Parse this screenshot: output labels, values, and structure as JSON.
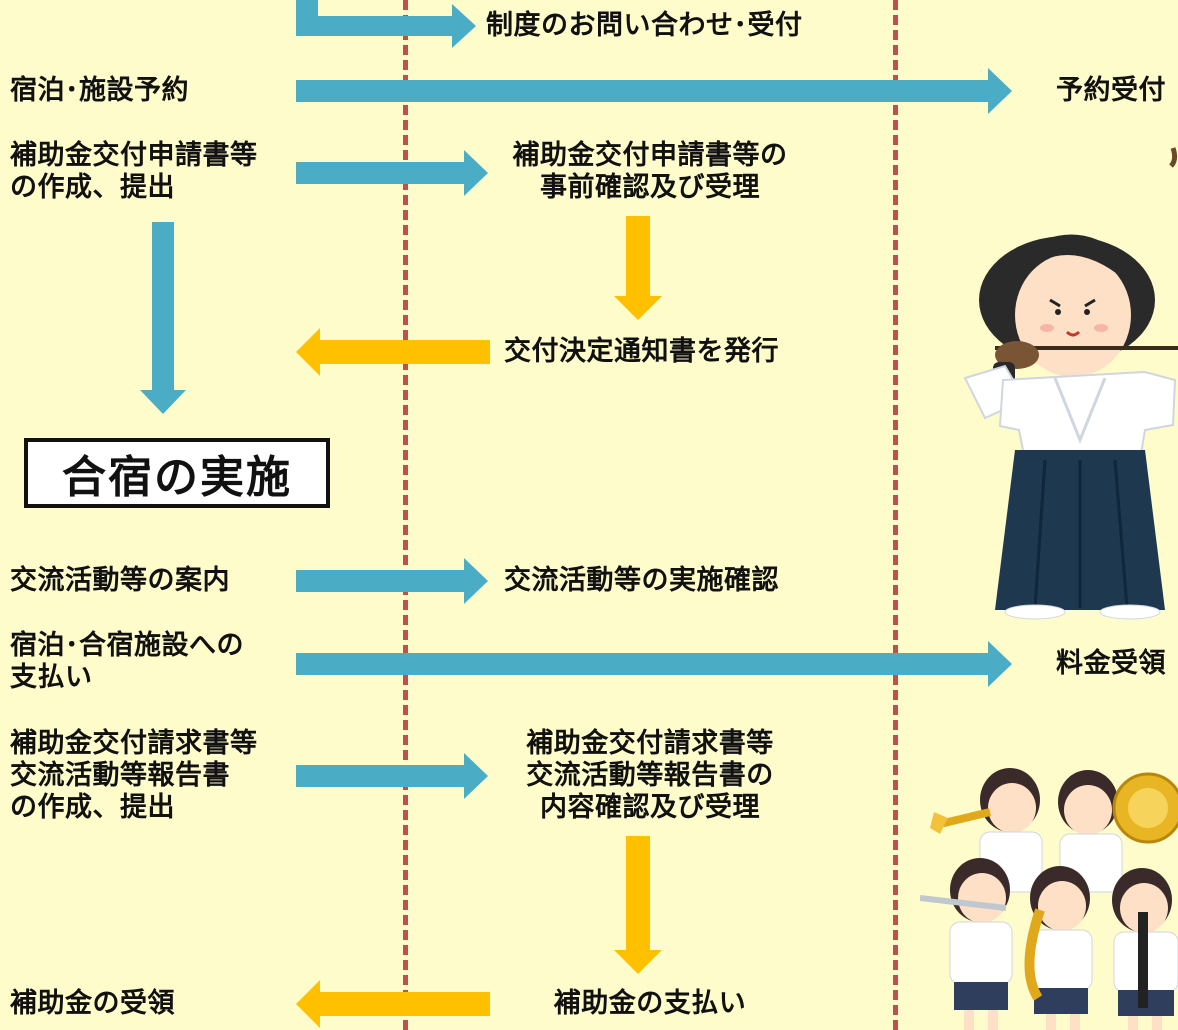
{
  "colors": {
    "background": "#fffccb",
    "blue_arrow": "#4bacc6",
    "orange_arrow": "#ffc000",
    "divider": "#c0504d"
  },
  "left_column": {
    "accommodation_booking": "宿泊･施設予約",
    "application_submit_1": "補助金交付申請書等",
    "application_submit_2": "の作成、提出",
    "camp_execution": "合宿の実施",
    "exchange_guide": "交流活動等の案内",
    "payment_1": "宿泊･合宿施設への",
    "payment_2": "支払い",
    "claim_submit_1": "補助金交付請求書等",
    "claim_submit_2": "交流活動等報告書",
    "claim_submit_3": "の作成、提出",
    "subsidy_receipt": "補助金の受領"
  },
  "middle_column": {
    "inquiry": "制度のお問い合わせ･受付",
    "app_check_1": "補助金交付申請書等の",
    "app_check_2": "事前確認及び受理",
    "decision_notice": "交付決定通知書を発行",
    "exchange_confirm": "交流活動等の実施確認",
    "claim_check_1": "補助金交付請求書等",
    "claim_check_2": "交流活動等報告書の",
    "claim_check_3": "内容確認及び受理",
    "subsidy_payment": "補助金の支払い"
  },
  "right_column": {
    "booking_accept": "予約受付",
    "fee_receipt": "料金受領"
  },
  "illustrations": [
    "kyudo-archer-illustration",
    "brass-band-students-illustration"
  ]
}
